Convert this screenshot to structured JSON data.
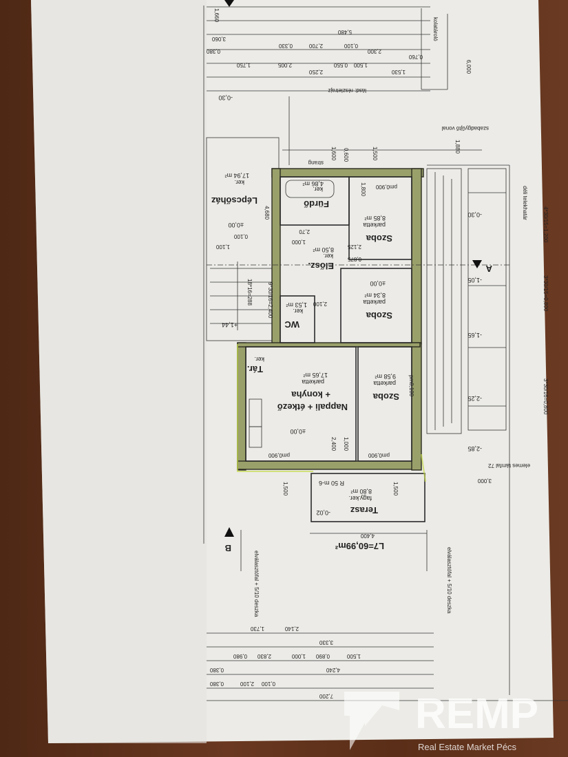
{
  "plan": {
    "rooms": [
      {
        "name": "Lépcsőház",
        "floor": "ker.",
        "area": "17,94 m²",
        "level": "±0,00"
      },
      {
        "name": "Fürdő",
        "floor": "ker.",
        "area": "4,86 m²"
      },
      {
        "name": "Szoba",
        "floor": "parketta",
        "area": "8,85 m²"
      },
      {
        "name": "Elősz.",
        "floor": "ker.",
        "area": "8,50 m²"
      },
      {
        "name": "Szoba",
        "floor": "parketta",
        "area": "8,34 m²",
        "level": "±0,00"
      },
      {
        "name": "WC",
        "floor": "ker.",
        "area": "1,53 m²"
      },
      {
        "name": "Nappali + étkező",
        "name2": "+ konyha",
        "floor": "parketta",
        "area": "17,65 m²",
        "level": "±0,00"
      },
      {
        "name": "Szoba",
        "floor": "parketta",
        "area": "9,58 m²"
      },
      {
        "name": "Terasz",
        "floor": "fagy.ker.",
        "area": "8,80 m²",
        "level": "-0,02"
      },
      {
        "name": "Tár.",
        "floor": "ker."
      }
    ],
    "total_area": "L7=60,99m²",
    "notes": {
      "reszletrajz": "lásd: részletrajz",
      "strang": "strang",
      "szabad": "szabadgyűjtő vonal",
      "kolatarolo": "kolatároló",
      "telekhatar": "déli telekhatár",
      "tamfal": "elemes támfal 72",
      "valaszfal_left": "elválasztófal + 5/10 deszka",
      "valaszfal_right": "elválasztófal + 5/10 deszka",
      "stair1": "18*16=288",
      "stair2": "9*30/16=2,400",
      "steps_a": "4*30/15=1,200",
      "steps_b": "3*30/15=0,800",
      "steps_c": "3*30/16=0,800",
      "window_r": "R 50 m-6",
      "section_a": "A",
      "section_b": "B"
    },
    "levels": [
      "+1,44",
      "-0,30",
      "-1,05",
      "-1,65",
      "-2,25",
      "-2,85",
      "-0,30"
    ],
    "dims_top": [
      "1,660",
      "3,060",
      "5,480",
      "0,380",
      "2,300",
      "0,100",
      "2,700",
      "0,330",
      "0,550",
      "1,500",
      "2,005",
      "1,750",
      "1,530",
      "2,250",
      "0,760",
      "6,000",
      "1,880",
      "1,600",
      "1,500",
      "0,600"
    ],
    "dims_mid": [
      "4,680",
      "0,100",
      "1,100",
      "1,000",
      "2,125",
      "0,875",
      "2,100",
      "2,70",
      "pm0,900",
      "pm0,900",
      "pm0,900",
      "pm0,100",
      "1,800",
      "1,000",
      "2,400"
    ],
    "dims_bottom": [
      "7,200",
      "0,380",
      "2,100",
      "0,100",
      "4,240",
      "0,380",
      "2,830",
      "1,000",
      "0,890",
      "1,500",
      "0,980",
      "3,330",
      "2,140",
      "1,730",
      "4,400",
      "3,000",
      "1,500",
      "1,500"
    ]
  },
  "watermark": {
    "brand": "REMP",
    "tagline": "Real Estate Market Pécs"
  },
  "colors": {
    "paper": "#ecebe7",
    "wood": "#5b2f19",
    "wall_fill": "#9aa06a",
    "highlight": "#c8dc4a"
  }
}
